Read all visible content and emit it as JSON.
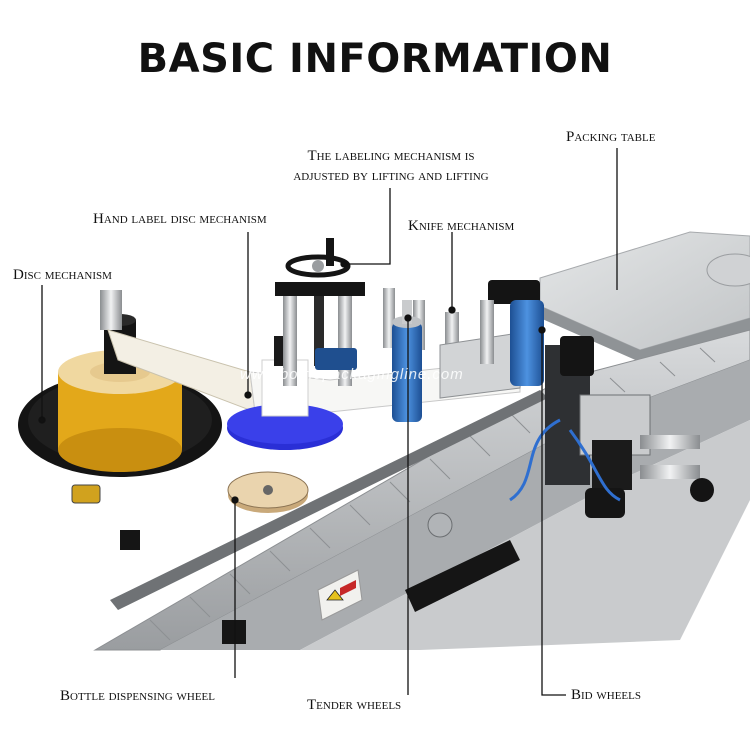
{
  "title": "BASIC INFORMATION",
  "callouts": {
    "packing_table": "Packing table",
    "labeling_mechanism_line1": "The labeling mechanism is",
    "labeling_mechanism_line2": "adjusted by lifting and lifting",
    "hand_label_disc": "Hand label disc mechanism",
    "knife_mechanism": "Knife mechanism",
    "disc_mechanism": "Disc mechanism",
    "bottle_dispensing_wheel": "Bottle dispensing wheel",
    "tender_wheels": "Tender wheels",
    "bid_wheels": "Bid wheels"
  },
  "watermark": "www.bottlepackagingline.com",
  "colors": {
    "steel": "#b9bcbf",
    "steel_dark": "#7d8184",
    "blue_disc": "#2a2fd6",
    "roller_blue": "#2f74c8",
    "label_yellow": "#e3a81a",
    "black": "#141414"
  }
}
